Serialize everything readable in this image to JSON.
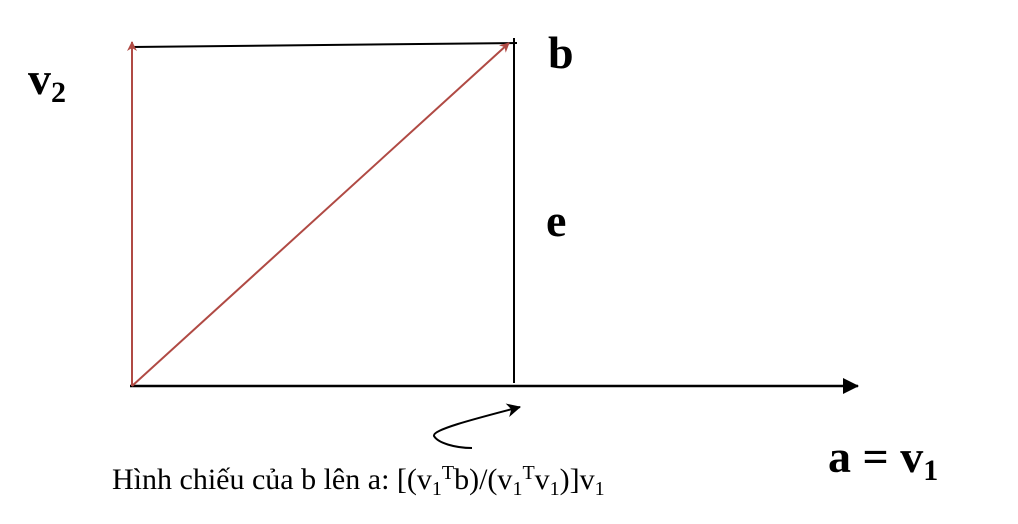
{
  "labels": {
    "v2": {
      "base": "v",
      "sub": "2"
    },
    "b": "b",
    "e": "e",
    "a_eq_v1": {
      "text": "a = v",
      "sub": "1"
    }
  },
  "caption": {
    "prefix": "Hình chiếu của b lên a: [(v",
    "sub1": "1",
    "sup1": "T",
    "mid1": "b)/(v",
    "sub2": "1",
    "sup2": "T",
    "mid2": "v",
    "sub3": "1",
    "mid3": ")]v",
    "sub4": "1"
  },
  "colors": {
    "vector": "#b04a44",
    "line": "#000000"
  }
}
